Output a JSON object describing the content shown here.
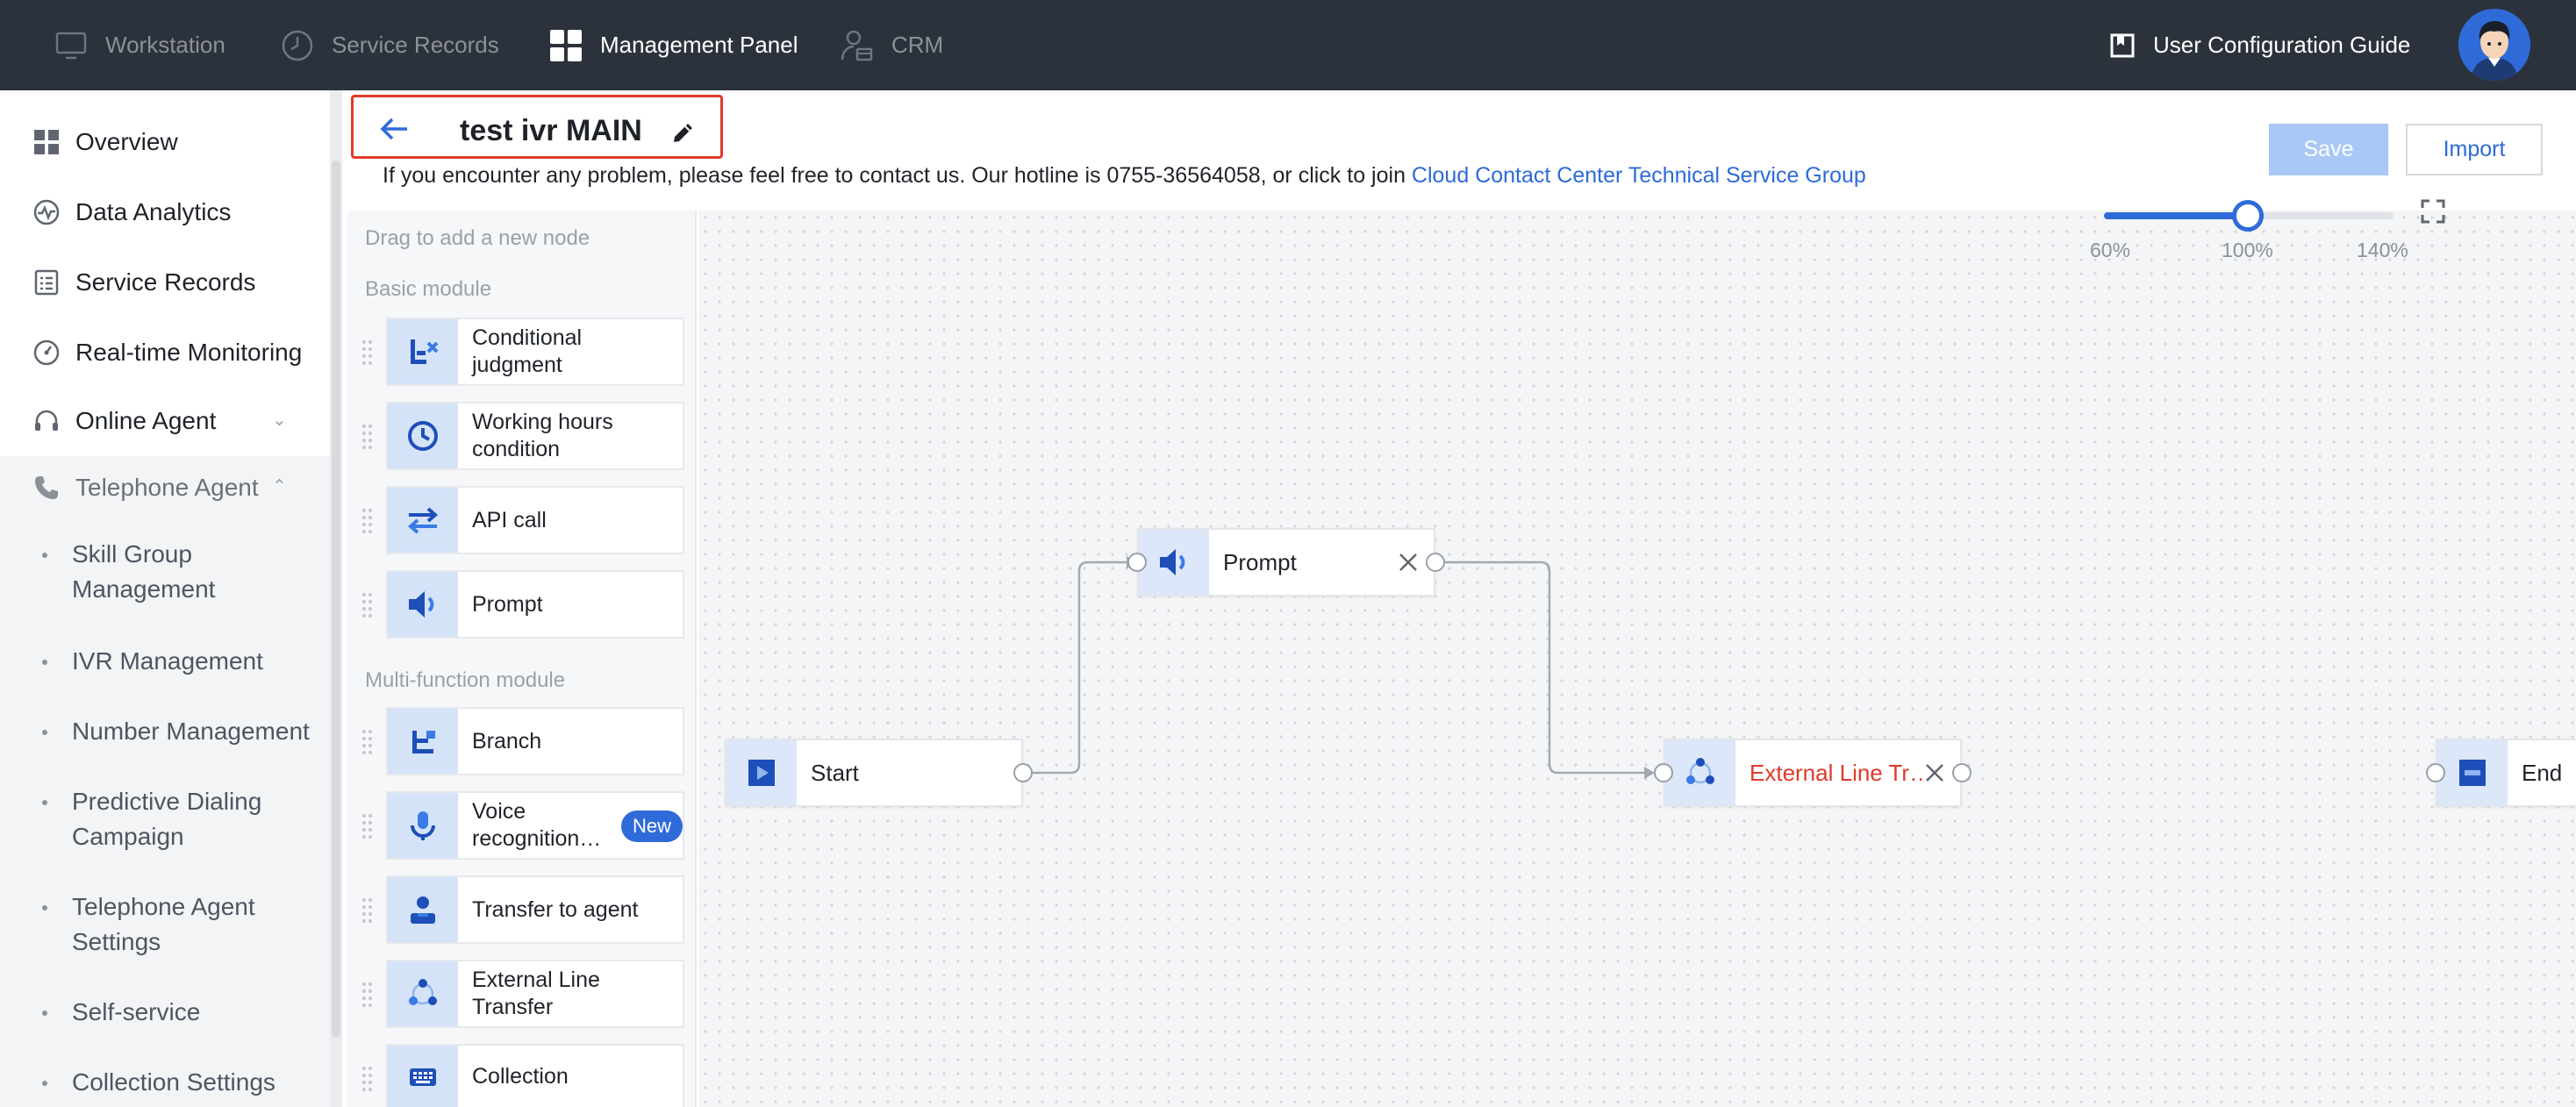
{
  "topnav": {
    "items": [
      {
        "label": "Workstation",
        "icon": "monitor-icon"
      },
      {
        "label": "Service Records",
        "icon": "clock-icon"
      },
      {
        "label": "Management Panel",
        "icon": "grid-icon"
      },
      {
        "label": "CRM",
        "icon": "user-briefcase-icon"
      }
    ],
    "guide_label": "User Configuration Guide",
    "guide_icon": "book-icon",
    "avatar_icon": "user-avatar-icon"
  },
  "sidebar": {
    "items": [
      {
        "label": "Overview",
        "icon": "grid-icon"
      },
      {
        "label": "Data Analytics",
        "icon": "pulse-icon"
      },
      {
        "label": "Service Records",
        "icon": "list-icon"
      },
      {
        "label": "Real-time Monitoring",
        "icon": "gauge-icon"
      },
      {
        "label": "Online Agent",
        "icon": "headset-icon"
      },
      {
        "label": "Telephone Agent",
        "icon": "phone-icon"
      }
    ],
    "submenu": [
      {
        "label": "Skill Group Management"
      },
      {
        "label": "IVR Management"
      },
      {
        "label": "Number Management"
      },
      {
        "label": "Predictive Dialing Campaign"
      },
      {
        "label": "Telephone Agent Settings"
      },
      {
        "label": "Self-service"
      },
      {
        "label": "Collection Settings"
      }
    ]
  },
  "header": {
    "title": "test ivr MAIN",
    "hint": "If you encounter any problem, please feel free to contact us. Our hotline is 0755-36564058, or click to join",
    "hint_link": "Cloud Contact Center Technical Service Group",
    "save_label": "Save",
    "import_label": "Import"
  },
  "palette": {
    "hint": "Drag to add a new node",
    "basic_title": "Basic module",
    "basic": [
      {
        "label": "Conditional judgment",
        "icon": "branch-x-icon"
      },
      {
        "label": "Working hours condition",
        "icon": "clock-icon"
      },
      {
        "label": "API call",
        "icon": "swap-arrows-icon"
      },
      {
        "label": "Prompt",
        "icon": "speaker-icon"
      }
    ],
    "multi_title": "Multi-function module",
    "multi": [
      {
        "label": "Branch",
        "icon": "branch-icon"
      },
      {
        "label": "Voice recognition…",
        "icon": "microphone-icon",
        "badge": "New"
      },
      {
        "label": "Transfer to agent",
        "icon": "agent-icon"
      },
      {
        "label": "External Line Transfer",
        "icon": "share-nodes-icon"
      },
      {
        "label": "Collection",
        "icon": "keyboard-icon"
      }
    ]
  },
  "zoom": {
    "min_label": "60%",
    "mid_label": "100%",
    "max_label": "140%",
    "value_percent": 100
  },
  "canvas": {
    "nodes": [
      {
        "id": "start",
        "label": "Start",
        "icon": "play-icon"
      },
      {
        "id": "prompt",
        "label": "Prompt",
        "icon": "speaker-icon"
      },
      {
        "id": "external",
        "label": "External Line Tr…",
        "icon": "share-nodes-icon",
        "status": "error"
      },
      {
        "id": "end",
        "label": "End",
        "icon": "stop-icon"
      }
    ]
  },
  "colors": {
    "accent": "#2f6bd8",
    "topbar": "#2c323c",
    "error": "#e0392b",
    "highlight_box": "#e0392b"
  }
}
